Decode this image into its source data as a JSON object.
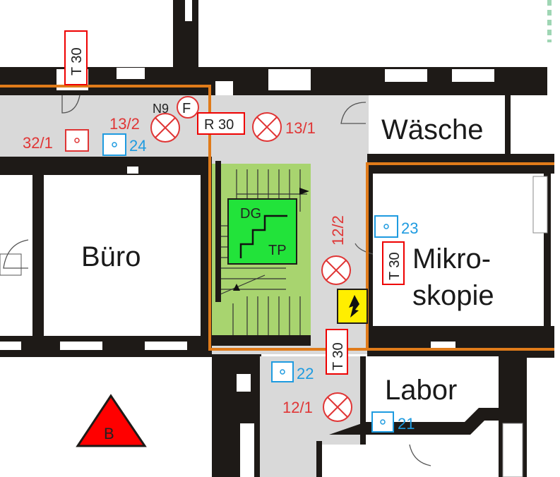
{
  "rooms": {
    "waesche": "Wäsche",
    "buero": "Büro",
    "mikro_1": "Mikro-",
    "mikro_2": "skopie",
    "labor": "Labor"
  },
  "doors": {
    "t30_top": "T 30",
    "r30": "R 30",
    "t30_mikro": "T 30",
    "t30_stair": "T 30"
  },
  "lights": {
    "l13_2": "13/2",
    "l13_1": "13/1",
    "l12_2": "12/2",
    "l12_1": "12/1"
  },
  "detectors_red": {
    "d32_1": "32/1"
  },
  "detectors_blue": {
    "d24": "24",
    "d23": "23",
    "d22": "22",
    "d21": "21"
  },
  "markers": {
    "n9": "N9",
    "f": "F",
    "hazard": "B"
  },
  "stair_sign": {
    "top": "DG",
    "bottom": "TP"
  },
  "colors": {
    "wall": "#1e1a17",
    "fire_line": "#e07b1a",
    "corridor": "#d9d9d9",
    "stair": "#a8d46f",
    "sign": "#22e33a",
    "hazard": "#ff0000",
    "warning": "#ffee00",
    "label_red": "#e03535",
    "label_blue": "#1e9be0"
  }
}
